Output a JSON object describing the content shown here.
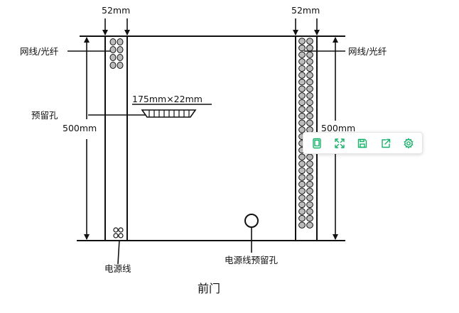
{
  "labels": {
    "width_top_left": "52mm",
    "width_top_right": "52mm",
    "cable_left": "网线/光纤",
    "cable_right": "网线/光纤",
    "slot_size": "175mm×22mm",
    "reserved_hole": "预留孔",
    "height_left": "500mm",
    "height_right": "500mm",
    "power_cable": "电源线",
    "power_hole": "电源线预留孔",
    "view_caption": "前门"
  },
  "colors": {
    "line": "#111111",
    "hole_fill": "#bdbdbd",
    "toolbar_icon": "#17b26a",
    "toolbar_border": "#e4e6ea"
  },
  "toolbar": {
    "buttons": [
      {
        "icon": "tablet-icon",
        "name": "device-view-button"
      },
      {
        "icon": "expand-icon",
        "name": "fullscreen-button"
      },
      {
        "icon": "save-icon",
        "name": "save-button"
      },
      {
        "icon": "share-icon",
        "name": "share-button"
      },
      {
        "icon": "gear-icon",
        "name": "settings-button"
      }
    ]
  }
}
